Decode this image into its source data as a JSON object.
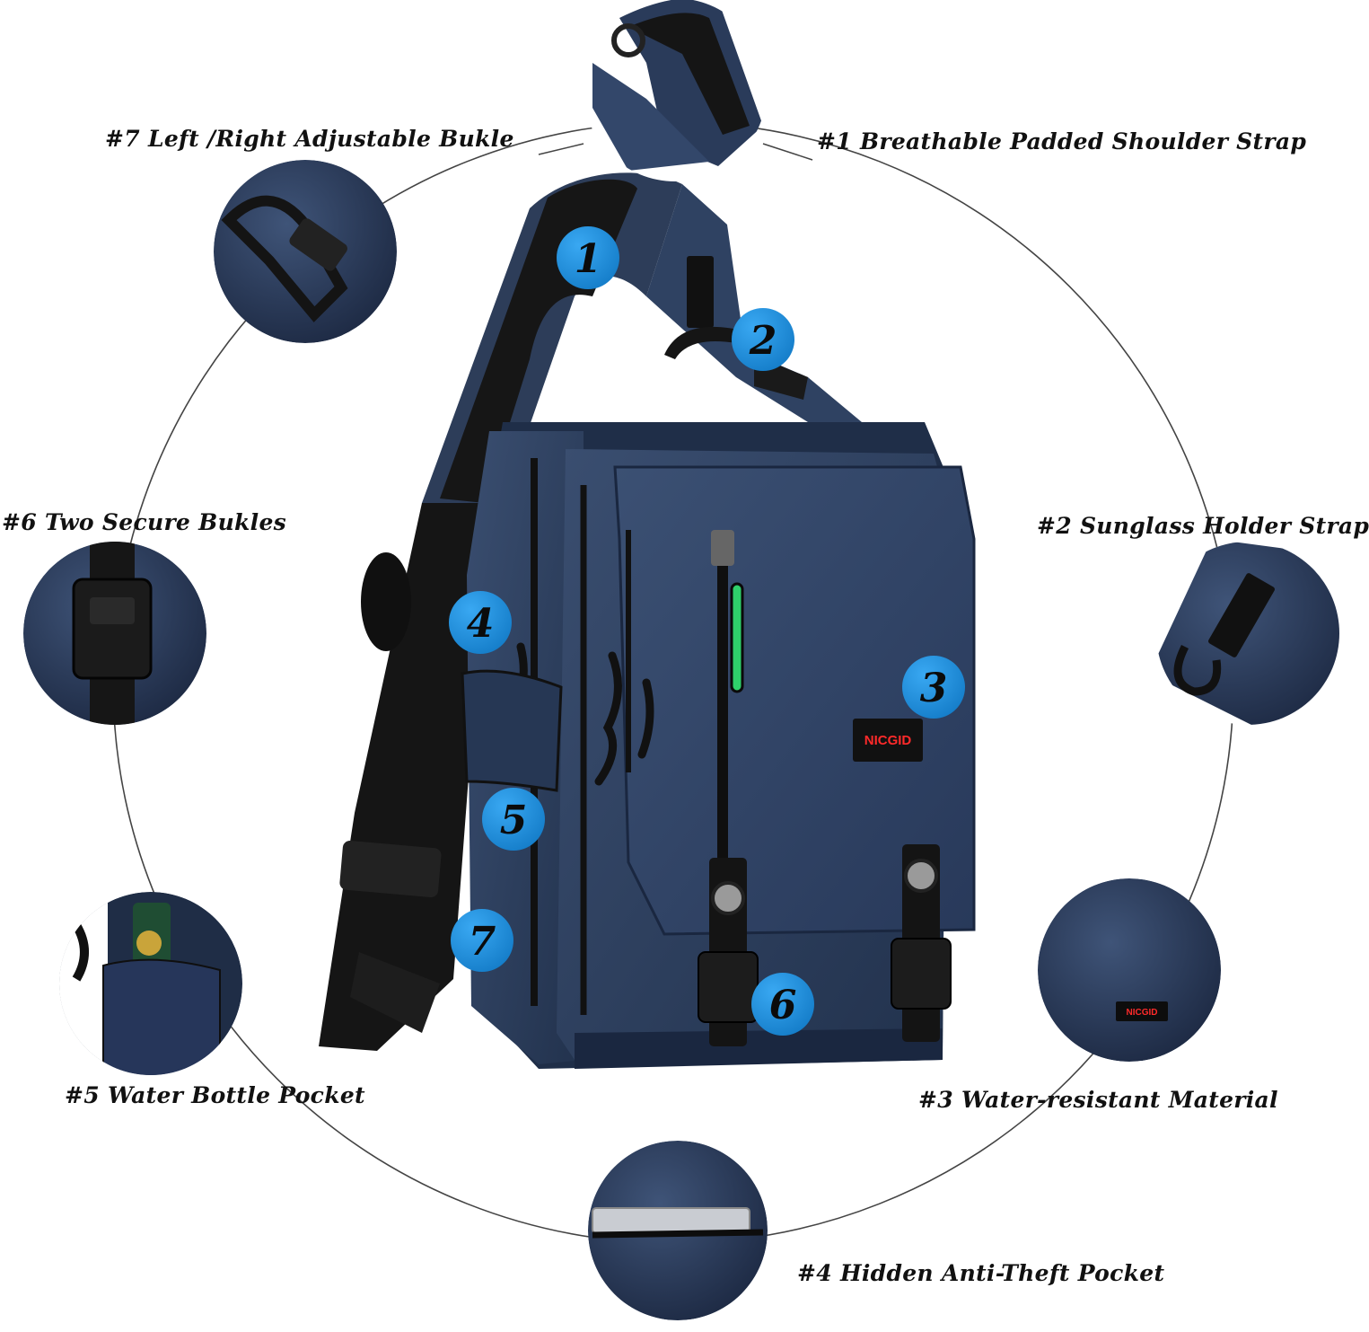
{
  "colors": {
    "bag": "#2c3d5b",
    "bag_dark": "#1c2a40",
    "strap": "#1a1a1a",
    "badge": "#1a8fe0",
    "line": "#3a3a3a",
    "accent_green": "#2fd06b",
    "brand_red": "#ff2a2a"
  },
  "brand": {
    "logo_text": "NICGID"
  },
  "features": [
    {
      "label": "#1 Breathable Padded Shoulder Strap",
      "number": "1"
    },
    {
      "label": "#2 Sunglass Holder Strap",
      "number": "2"
    },
    {
      "label": "#3 Water-resistant Material",
      "number": "3"
    },
    {
      "label": "#4 Hidden Anti-Theft Pocket",
      "number": "4"
    },
    {
      "label": "#5 Water Bottle Pocket",
      "number": "5"
    },
    {
      "label": "#6 Two Secure Bukles",
      "number": "6"
    },
    {
      "label": "#7 Left /Right Adjustable Bukle",
      "number": "7"
    }
  ],
  "detail_icons": [
    "shoulder-strap-closeup",
    "d-ring-strap-closeup",
    "fabric-logo-closeup",
    "hidden-pocket-phone-closeup",
    "bottle-pocket-closeup",
    "side-release-buckle-closeup",
    "swivel-hook-closeup"
  ]
}
